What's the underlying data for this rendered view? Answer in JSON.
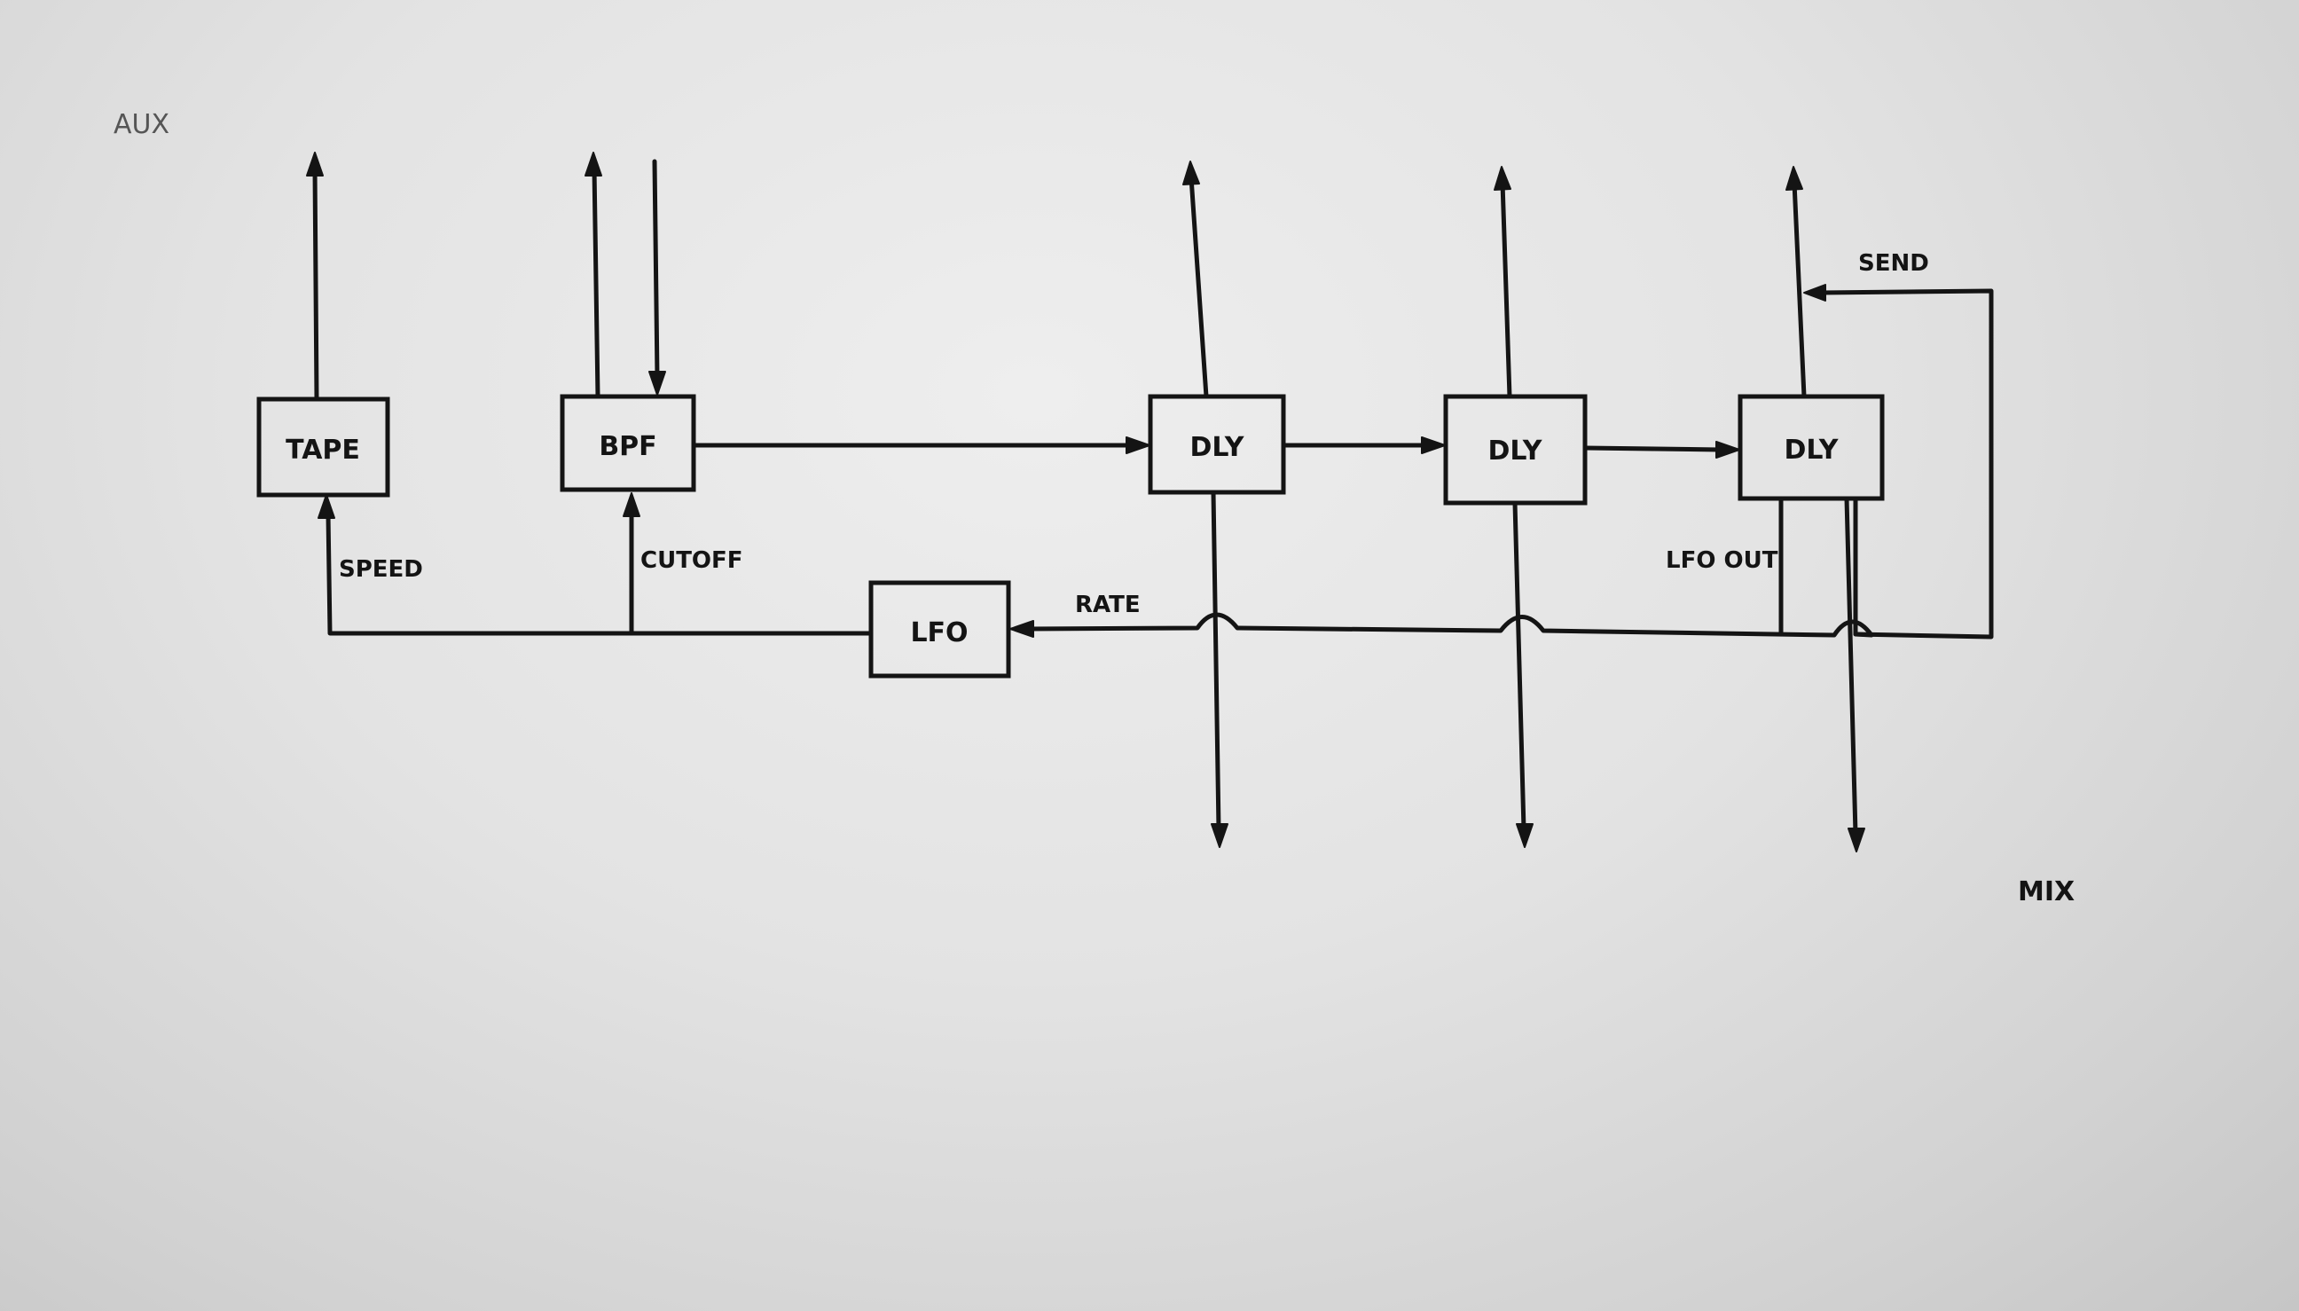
{
  "blocks": {
    "tape": "TAPE",
    "bpf": "BPF",
    "dly1": "DLY",
    "dly2": "DLY",
    "dly3": "DLY",
    "lfo": "LFO"
  },
  "labels": {
    "aux": "AUX",
    "mix": "MIX",
    "speed": "SPEED",
    "cutoff": "CUTOFF",
    "rate": "RATE",
    "lfo_out": "LFO OUT",
    "send": "SEND"
  }
}
